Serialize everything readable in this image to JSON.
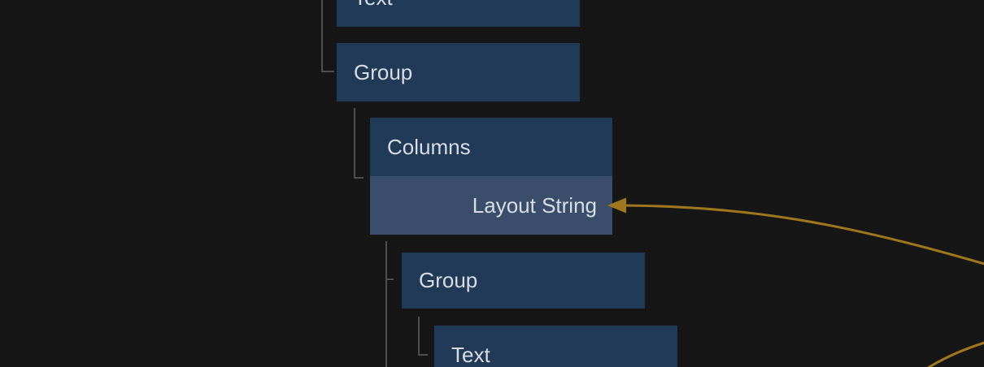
{
  "colors": {
    "background": "#161616",
    "node_fill": "#203A58",
    "port_fill": "#3A4E6C",
    "tree_line": "#4F4F4F",
    "wire": "#9E771E",
    "label_text": "#D9DDE3"
  },
  "tree": {
    "nodes": [
      {
        "id": "text-top",
        "label": "Text"
      },
      {
        "id": "group-1",
        "label": "Group"
      },
      {
        "id": "columns-1",
        "label": "Columns",
        "ports": [
          {
            "label": "Layout String"
          }
        ]
      },
      {
        "id": "group-2",
        "label": "Group"
      },
      {
        "id": "text-bottom",
        "label": "Text"
      }
    ]
  }
}
